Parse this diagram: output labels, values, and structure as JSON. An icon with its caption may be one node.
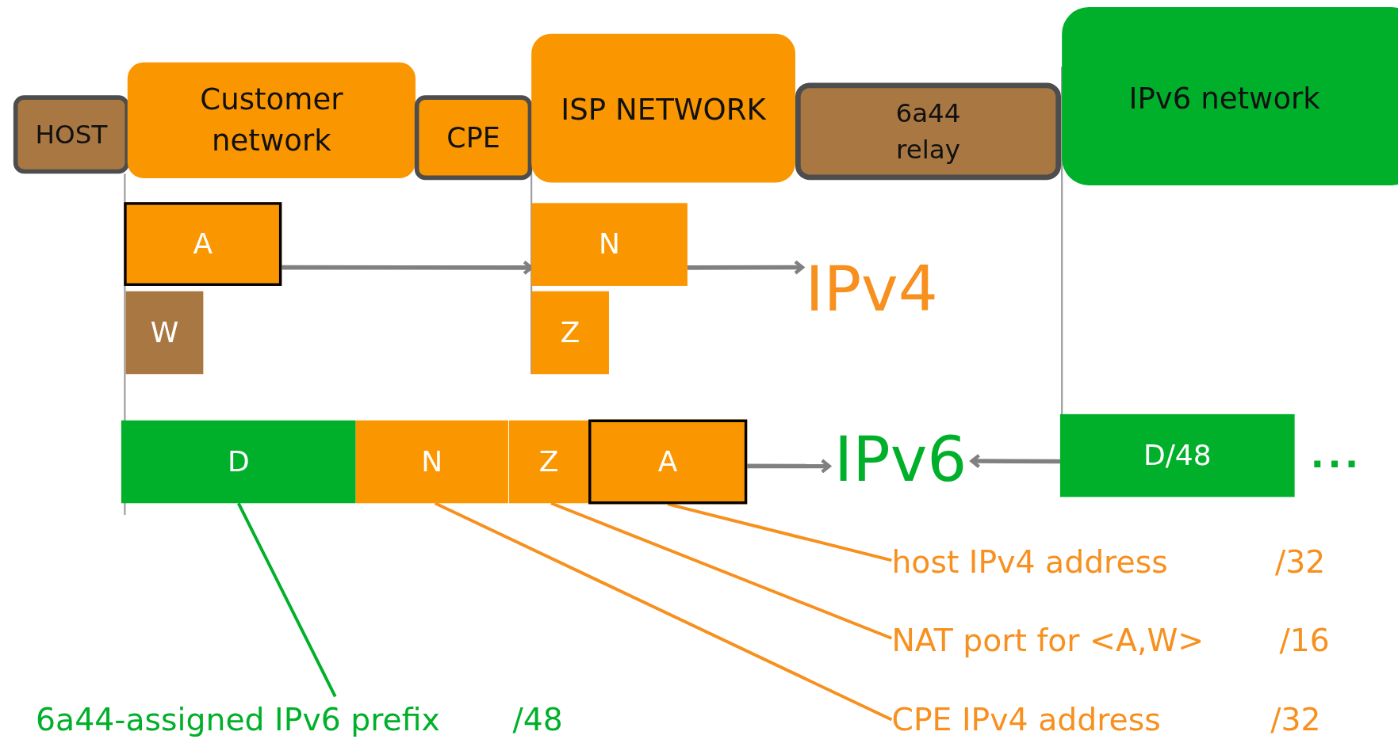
{
  "diagram": {
    "nodes": [
      {
        "text": [
          "HOST"
        ]
      },
      {
        "text": [
          "Customer network"
        ]
      },
      {
        "text": [
          "CPE"
        ]
      },
      {
        "text": [
          "ISP NETWORK"
        ]
      },
      {
        "text": [
          "6a44 relay"
        ]
      },
      {
        "text": [
          "IPv6 network"
        ]
      },
      {
        "text": [
          "A"
        ]
      },
      {
        "text": [
          "N"
        ]
      },
      {
        "text": [
          "IPv4"
        ]
      },
      {
        "text": [
          "W"
        ]
      },
      {
        "text": [
          "Z"
        ]
      },
      {
        "text": [
          "D"
        ]
      },
      {
        "text": [
          "N"
        ]
      },
      {
        "text": [
          "Z"
        ]
      },
      {
        "text": [
          "A"
        ]
      },
      {
        "text": [
          "IPv6"
        ]
      },
      {
        "text": [
          "D/48"
        ],
        "beside": [
          "..."
        ]
      },
      {
        "text": [
          "host IPv4 address",
          "/32"
        ]
      },
      {
        "text": [
          "NAT port for <A,W>",
          "/16"
        ]
      },
      {
        "text": [
          "6a44-assigned IPv6 prefix",
          "/48"
        ]
      },
      {
        "text": [
          "CPE IPv4 address",
          "/32"
        ]
      }
    ],
    "edges": [
      {
        "from": 6,
        "to": 7,
        "arrow": "to"
      },
      {
        "from": 7,
        "to": 8,
        "arrow": "to"
      },
      {
        "from": 14,
        "to": 15,
        "arrow": "to"
      },
      {
        "from": 16,
        "to": 15,
        "arrow": "to"
      },
      {
        "from": 19,
        "to": 11,
        "arrow": "none",
        "color": "#00b02a"
      },
      {
        "from": 20,
        "to": 12,
        "arrow": "none",
        "color": "#f7901e"
      },
      {
        "from": 18,
        "to": 13,
        "arrow": "none",
        "color": "#f7901e"
      },
      {
        "from": 17,
        "to": 14,
        "arrow": "none",
        "color": "#f7901e"
      }
    ]
  }
}
